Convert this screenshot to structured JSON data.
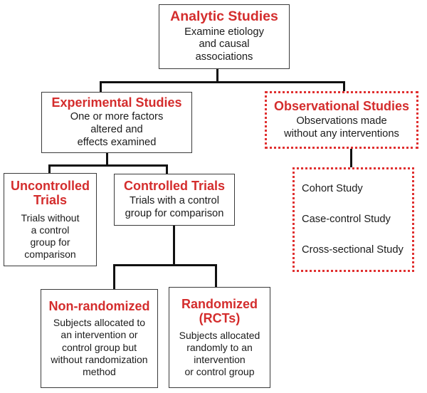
{
  "diagram": {
    "title": "Analytic Studies",
    "accent_color": "#d42d2d",
    "dotted_border_color": "#e03030",
    "line_color": "#111111",
    "background": "#ffffff"
  },
  "nodes": {
    "analytic": {
      "title": "Analytic Studies",
      "body": "Examine etiology\nand causal\nassociations"
    },
    "experimental": {
      "title": "Experimental Studies",
      "body": "One or more factors\naltered and\neffects examined"
    },
    "observational": {
      "title": "Observational Studies",
      "body": "Observations made\nwithout any interventions"
    },
    "observational_types": {
      "items": [
        "Cohort Study",
        "Case-control Study",
        "Cross-sectional Study"
      ]
    },
    "uncontrolled": {
      "title": "Uncontrolled\nTrials",
      "body": "Trials without\na control\ngroup for\ncomparison"
    },
    "controlled": {
      "title": "Controlled Trials",
      "body": "Trials with a control\ngroup for comparison"
    },
    "non_randomized": {
      "title": "Non-randomized",
      "body": "Subjects allocated to\nan intervention or\ncontrol group but\nwithout randomization\nmethod"
    },
    "randomized": {
      "title": "Randomized\n(RCTs)",
      "body": "Subjects allocated\nrandomly to an\nintervention\nor control group"
    }
  }
}
